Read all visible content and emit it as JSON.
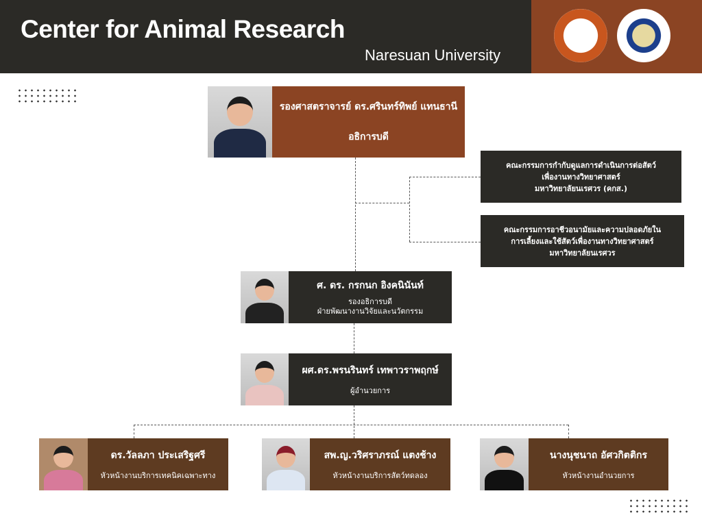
{
  "header": {
    "title": "Center  for Animal Research",
    "subtitle": "Naresuan University"
  },
  "logos": [
    {
      "name": "naresuan-university-seal"
    },
    {
      "name": "center-for-animal-research-logo"
    }
  ],
  "director": {
    "name": "รองศาสตราจารย์ ดร.ศรินทร์ทิพย์ แทนธานี",
    "role": "อธิการบดี"
  },
  "committees": [
    {
      "lines": [
        "คณะกรรมการกำกับดูแลการดำเนินการต่อสัตว์",
        "เพื่องานทางวิทยาศาสตร์",
        "มหาวิทยาลัยนเรศวร (คกส.)"
      ]
    },
    {
      "lines": [
        "คณะกรรมการอาชีวอนามัยและความปลอดภัยใน",
        "การเลี้ยงและใช้สัตว์เพื่องานทางวิทยาศาสตร์",
        "มหาวิทยาลัยนเรศวร"
      ]
    }
  ],
  "vice": {
    "name": "ศ. ดร. กรกนก อิงคนินันท์",
    "role1": "รองอธิการบดี",
    "role2": "ฝ่ายพัฒนางานวิจัยและนวัตกรรม"
  },
  "manager": {
    "name": "ผศ.ดร.พรนรินทร์ เทพาวราพฤกษ์",
    "role": "ผู้อำนวยการ"
  },
  "heads": [
    {
      "name": "ดร.วัลลภา ประเสริฐศรี",
      "role": "หัวหน้างานบริการเทคนิคเฉพาะทาง"
    },
    {
      "name": "สพ.ญ.วริศราภรณ์ แตงช้าง",
      "role": "หัวหน้างานบริการสัตว์ทดลอง"
    },
    {
      "name": "นางนุชนาถ อัศวกิตติกร",
      "role": "หัวหน้างานอำนวยการ"
    }
  ]
}
